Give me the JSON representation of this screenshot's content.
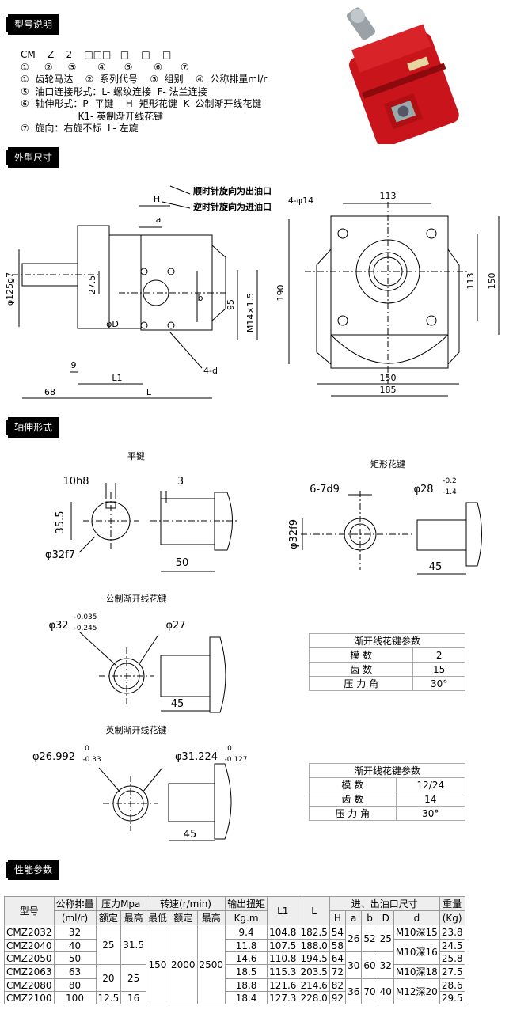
{
  "sections": {
    "model": "型号说明",
    "outline": "外型尺寸",
    "shaft": "轴伸形式",
    "performance": "性能参数"
  },
  "model_code": {
    "line1": "CM    Z    2    □□□   □    □    □",
    "line2": "①     ②     ③       ④      ⑤       ⑥      ⑦",
    "items": [
      "①  齿轮马达    ②  系列代号    ③  组别    ④  公称排量ml/r",
      "⑤  油口连接形式：L- 螺纹连接  F- 法兰连接",
      "⑥  轴伸形式：P- 平键    H- 矩形花键  K- 公制渐开线花键",
      "                   K1- 英制渐开线花键",
      "⑦  旋向：右旋不标  L- 左旋"
    ]
  },
  "outline": {
    "cw_note": "顺时针旋向为出油口",
    "ccw_note": "逆时针旋向为进油口",
    "dims": {
      "H": "H",
      "a": "a",
      "b": "b",
      "D": "φD",
      "d4": "4-d",
      "d125": "φ125g7",
      "d275": "27.5",
      "d95": "95",
      "m14": "M14×1.5",
      "n9": "9",
      "L1": "L1",
      "L": "L",
      "n68": "68",
      "hole4": "4-φ14",
      "n113": "113",
      "n113v": "113",
      "n150v": "150",
      "n190": "190",
      "n150": "150",
      "n185": "185"
    }
  },
  "shaft": {
    "flat_key": {
      "title": "平键",
      "w": "10h8",
      "t": "3",
      "h": "35.5",
      "d": "φ32f7",
      "len": "50"
    },
    "rect_spline": {
      "title": "矩形花键",
      "spec": "6-7d9",
      "d": "φ28",
      "tol_up": "-0.2",
      "tol_dn": "-1.4",
      "d2": "φ32f9",
      "len": "45"
    },
    "metric_spline": {
      "title": "公制渐开线花键",
      "d": "φ32",
      "tol_up": "-0.035",
      "tol_dn": "-0.245",
      "d2": "φ27",
      "len": "45"
    },
    "inch_spline": {
      "title": "英制渐开线花键",
      "d": "φ26.992",
      "tol_up": "0",
      "tol_dn": "-0.33",
      "d2": "φ31.224",
      "tol2_up": "0",
      "tol2_dn": "-0.127",
      "len": "45"
    }
  },
  "spline_params_metric": {
    "title": "渐开线花键参数",
    "rows": [
      [
        "模    数",
        "2"
      ],
      [
        "齿    数",
        "15"
      ],
      [
        "压 力 角",
        "30°"
      ]
    ]
  },
  "spline_params_inch": {
    "title": "渐开线花键参数",
    "rows": [
      [
        "模    数",
        "12/24"
      ],
      [
        "齿    数",
        "14"
      ],
      [
        "压 力 角",
        "30°"
      ]
    ]
  },
  "performance": {
    "h": {
      "model": "型号",
      "disp": "公称排量",
      "disp_unit": "(ml/r)",
      "press": "压力Mpa",
      "rated": "额定",
      "max": "最高",
      "speed": "转速(r/min)",
      "min": "最低",
      "rated2": "额定",
      "max2": "最高",
      "torque": "输出扭矩",
      "torque_unit": "Kg.m",
      "L1": "L1",
      "L": "L",
      "port": "进、出油口尺寸",
      "H": "H",
      "a": "a",
      "b": "b",
      "D": "D",
      "d": "d",
      "weight": "重量",
      "weight_unit": "(Kg)"
    },
    "rows": [
      {
        "model": "CMZ2032",
        "disp": "32",
        "torque": "9.4",
        "L1": "104.8",
        "L": "182.5",
        "H": "54",
        "weight": "23.8"
      },
      {
        "model": "CMZ2040",
        "disp": "40",
        "torque": "11.8",
        "L1": "107.5",
        "L": "188.0",
        "H": "58",
        "weight": "24.5"
      },
      {
        "model": "CMZ2050",
        "disp": "50",
        "torque": "14.6",
        "L1": "110.8",
        "L": "194.5",
        "H": "64",
        "weight": "25.8"
      },
      {
        "model": "CMZ2063",
        "disp": "63",
        "torque": "18.5",
        "L1": "115.3",
        "L": "203.5",
        "H": "72",
        "weight": "27.5"
      },
      {
        "model": "CMZ2080",
        "disp": "80",
        "torque": "18.8",
        "L1": "121.6",
        "L": "214.6",
        "H": "82",
        "weight": "28.6"
      },
      {
        "model": "CMZ2100",
        "disp": "100",
        "torque": "18.4",
        "L1": "127.3",
        "L": "228.0",
        "H": "92",
        "weight": "29.5"
      }
    ],
    "press_groups": [
      {
        "rated": "25",
        "max": "31.5"
      },
      {
        "rated": "20",
        "max": "25"
      },
      {
        "rated": "12.5",
        "max": "16"
      }
    ],
    "speed": {
      "min": "150",
      "rated": "2000",
      "max": "2500"
    },
    "port_groups": [
      {
        "a": "26",
        "b": "52",
        "D": "25"
      },
      {
        "a": "30",
        "b": "60",
        "D": "32"
      },
      {
        "a": "36",
        "b": "70",
        "D": "40"
      }
    ],
    "d_groups": [
      "M10深15",
      "M10深16",
      "M10深18",
      "M12深20"
    ]
  }
}
